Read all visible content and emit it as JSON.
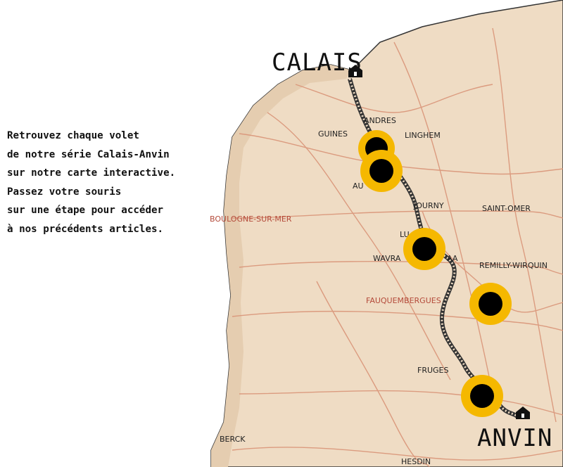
{
  "intro_lines": [
    "Retrouvez chaque volet",
    "de notre série Calais-Anvin",
    "sur notre carte interactive.",
    "Passez votre souris",
    "sur une étape pour accéder",
    "à nos précédents articles."
  ],
  "towns": {
    "calais": "CALAIS",
    "anvin": "ANVIN",
    "andres": "ANDRES",
    "guines": "GUINES",
    "alinghem": "LINGHEM",
    "audrehem": "AU",
    "journy": "JOURNY",
    "saint_omer": "SAINT-OMER",
    "boulogne": "BOULOGNE-SUR-MER",
    "lumbres": "LU",
    "wavrans": "WAVRA",
    "wavrans_suffix": "'AA",
    "remilly": "REMILLY-WIRQUIN",
    "fauquembergues": "FAUQUEMBERGUES",
    "fruges": "FRUGES",
    "berck": "BERCK",
    "hesdin": "HESDIN"
  },
  "colors": {
    "marker_ring": "#f5b800",
    "marker_center": "#000000",
    "land": "#efdcc4",
    "coast_sand": "#e5cdb0",
    "road": "#d99478",
    "rail": "#333333"
  },
  "stops": [
    "stop-andres",
    "stop-audrehem",
    "stop-lumbres",
    "stop-remilly",
    "stop-fruges"
  ]
}
